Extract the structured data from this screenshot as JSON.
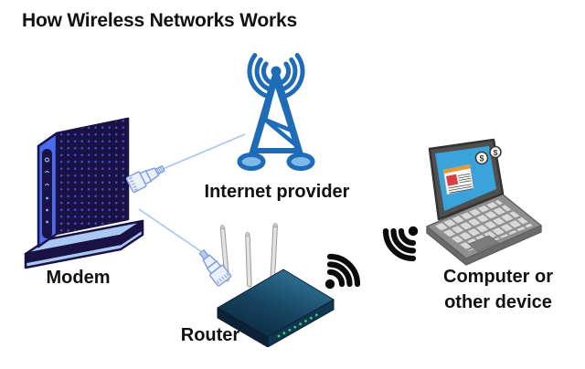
{
  "title": "How Wireless Networks Works",
  "diagram": {
    "nodes": {
      "internet_provider": {
        "label": "Internet provider",
        "icon": "cell-tower-icon"
      },
      "modem": {
        "label": "Modem",
        "icon": "modem-icon"
      },
      "router": {
        "label": "Router",
        "icon": "wireless-router-icon"
      },
      "computer": {
        "label_line1": "Computer or",
        "label_line2": "other device",
        "icon": "laptop-icon"
      }
    },
    "connections": [
      {
        "from": "modem",
        "to": "internet_provider",
        "type": "ethernet-cable"
      },
      {
        "from": "modem",
        "to": "router",
        "type": "ethernet-cable"
      },
      {
        "from": "router",
        "to": "computer",
        "type": "wifi-signal"
      }
    ],
    "laptop_screen": {
      "coin_symbol": "$"
    }
  },
  "colors": {
    "tower_blue": "#1e6cb7",
    "tower_foot_fill": "#7fb9ea",
    "cable_blue": "#a6c4f2",
    "connector_outline_blue": "#7d9ce0",
    "connector_fill": "#eaf0fc",
    "modem_royal_blue": "#4a6cf0",
    "modem_navy": "#1a1145",
    "modem_light_blue": "#a9c9f2",
    "modem_dot_blue": "#3f4cc0",
    "router_body_dark_teal": "#123650",
    "router_led_green": "#35d96a",
    "antenna_gray": "#e3e3e3",
    "laptop_gray": "#8f8f8f",
    "laptop_screen_blue": "#3aa3da",
    "doc_red": "#d64040",
    "doc_orange": "#e39b3a",
    "wifi_black": "#0b0b0b",
    "text_black": "#111111",
    "background": "#ffffff"
  }
}
